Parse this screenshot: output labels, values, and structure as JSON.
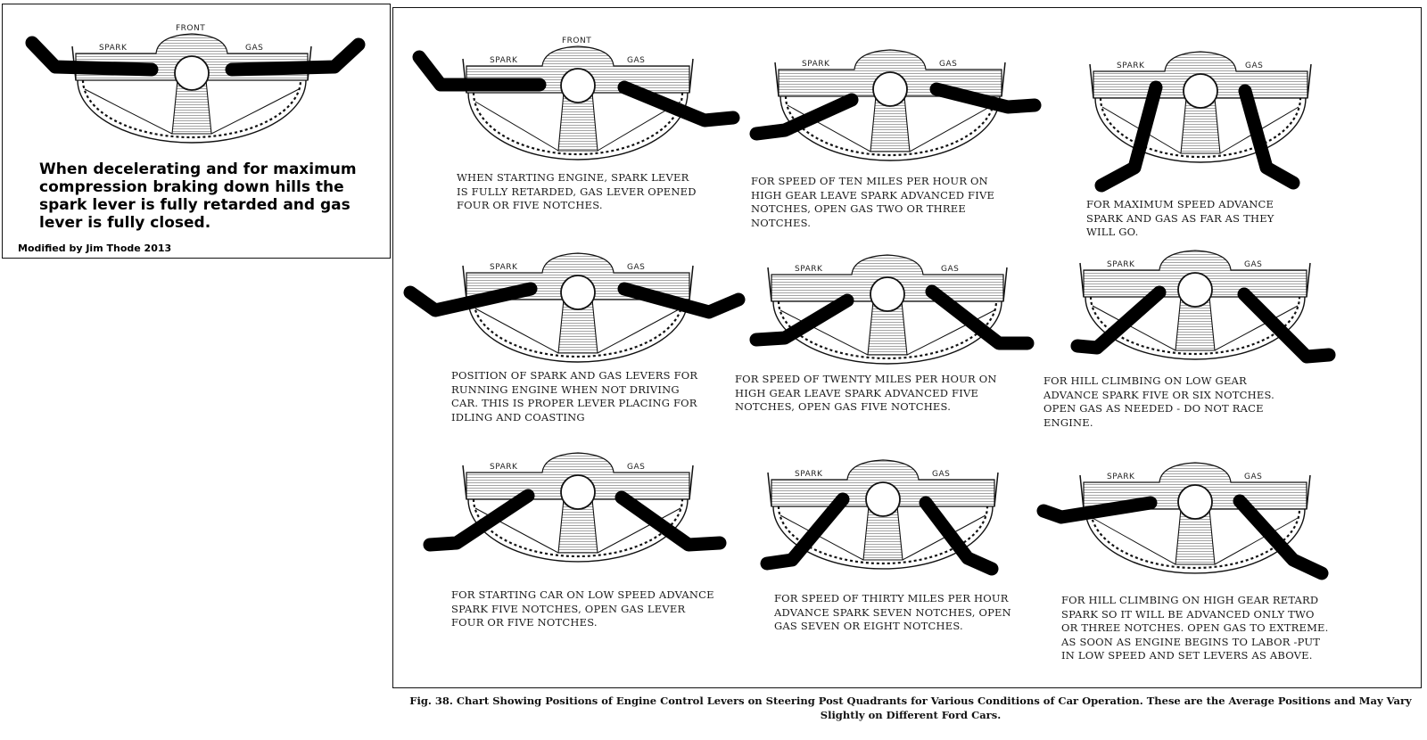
{
  "inset": {
    "label_front": "FRONT",
    "label_spark": "SPARK",
    "label_gas": "GAS",
    "caption": "When decelerating and for maximum compression braking down hills the spark lever is fully retarded and gas lever  is fully closed.",
    "credit": "Modified by Jim Thode 2013"
  },
  "panels": [
    {
      "front": "FRONT",
      "spark": "SPARK",
      "gas": "GAS",
      "caption": "WHEN STARTING ENGINE, SPARK LEVER IS FULLY RETARDED, GAS LEVER OPENED FOUR OR FIVE NOTCHES."
    },
    {
      "front": "",
      "spark": "SPARK",
      "gas": "GAS",
      "caption": "FOR SPEED OF TEN MILES PER HOUR ON HIGH GEAR LEAVE SPARK ADVANCED FIVE NOTCHES, OPEN GAS TWO OR THREE NOTCHES."
    },
    {
      "front": "",
      "spark": "SPARK",
      "gas": "GAS",
      "caption": "FOR MAXIMUM SPEED ADVANCE SPARK AND GAS AS FAR AS THEY WILL GO."
    },
    {
      "front": "",
      "spark": "SPARK",
      "gas": "GAS",
      "caption": "POSITION OF SPARK AND GAS LEVERS FOR RUNNING ENGINE WHEN NOT DRIVING CAR. THIS IS PROPER LEVER PLACING FOR IDLING AND COASTING"
    },
    {
      "front": "",
      "spark": "SPARK",
      "gas": "GAS",
      "caption": "FOR SPEED OF TWENTY MILES PER HOUR ON HIGH GEAR LEAVE SPARK ADVANCED FIVE NOTCHES, OPEN GAS FIVE NOTCHES."
    },
    {
      "front": "",
      "spark": "SPARK",
      "gas": "GAS",
      "caption": "FOR HILL CLIMBING ON LOW GEAR ADVANCE SPARK FIVE OR SIX NOTCHES. OPEN GAS AS NEEDED - DO NOT RACE ENGINE."
    },
    {
      "front": "",
      "spark": "SPARK",
      "gas": "GAS",
      "caption": "FOR STARTING CAR ON LOW SPEED ADVANCE SPARK FIVE NOTCHES, OPEN GAS LEVER FOUR OR FIVE NOTCHES."
    },
    {
      "front": "",
      "spark": "SPARK",
      "gas": "GAS",
      "caption": "FOR SPEED OF THIRTY MILES PER HOUR ADVANCE SPARK SEVEN NOTCHES, OPEN GAS SEVEN OR EIGHT NOTCHES."
    },
    {
      "front": "",
      "spark": "SPARK",
      "gas": "GAS",
      "caption": "FOR HILL CLIMBING ON HIGH GEAR RETARD SPARK SO IT WILL BE ADVANCED ONLY TWO OR THREE NOTCHES. OPEN GAS TO EXTREME. AS SOON AS ENGINE BEGINS TO LABOR -PUT IN LOW SPEED AND SET LEVERS AS ABOVE."
    }
  ],
  "figure_caption": "Fig. 38.   Chart Showing Positions of Engine Control Levers on Steering Post Quadrants for Various Conditions of Car Operation.   These are the Average Positions and May Vary Slightly on Different Ford Cars."
}
